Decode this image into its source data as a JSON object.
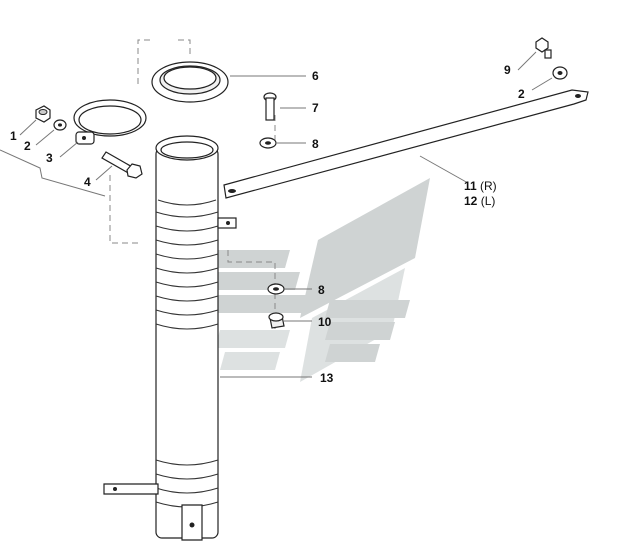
{
  "diagram": {
    "callouts": [
      {
        "id": "c1",
        "text": "1"
      },
      {
        "id": "c2a",
        "text": "2"
      },
      {
        "id": "c3",
        "text": "3"
      },
      {
        "id": "c4",
        "text": "4"
      },
      {
        "id": "c6",
        "text": "6"
      },
      {
        "id": "c7",
        "text": "7"
      },
      {
        "id": "c8a",
        "text": "8"
      },
      {
        "id": "c9",
        "text": "9"
      },
      {
        "id": "c2b",
        "text": "2"
      },
      {
        "id": "c11",
        "text": "11",
        "suffix": " (R)"
      },
      {
        "id": "c12",
        "text": "12",
        "suffix": " (L)"
      },
      {
        "id": "c8b",
        "text": "8"
      },
      {
        "id": "c10",
        "text": "10"
      },
      {
        "id": "c13",
        "text": "13"
      }
    ],
    "colors": {
      "ink": "#222222",
      "leader": "#777777",
      "watermark": "#cfd3d3"
    }
  }
}
